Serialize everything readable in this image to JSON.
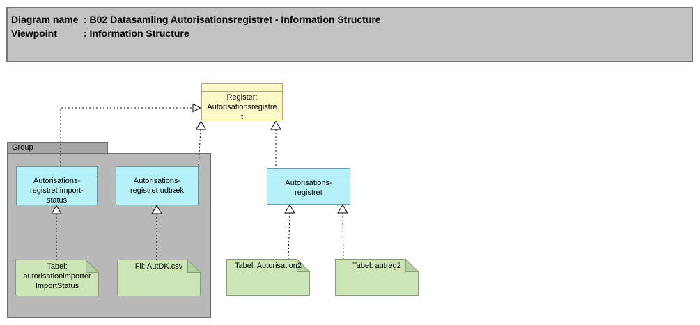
{
  "title_bar": {
    "diagram_name_label": "Diagram name",
    "diagram_name_value": ": B02 Datasamling Autorisationsregistret - Information Structure",
    "viewpoint_label": "Viewpoint",
    "viewpoint_value": ": Information Structure"
  },
  "diagram": {
    "group_label": "Group",
    "register": {
      "lines": [
        "Register:",
        "Autorisationsregistre",
        "t"
      ]
    },
    "import_status": {
      "lines": [
        "Autorisations-",
        "registret import-",
        "status"
      ]
    },
    "udtraek": {
      "lines": [
        "Autorisations-",
        "registret udtræk"
      ]
    },
    "autorisationsregistret": {
      "lines": [
        "Autorisations-",
        "registret"
      ]
    },
    "note_import_status": {
      "lines": [
        "Tabel:",
        "autorisationimporter",
        "ImportStatus"
      ]
    },
    "note_fil": {
      "lines": [
        "Fil: AutDK.csv"
      ]
    },
    "note_autorisation2": {
      "lines": [
        "Tabel: Autorisation2"
      ]
    },
    "note_autreg2": {
      "lines": [
        "Tabel: autreg2"
      ]
    }
  },
  "colors": {
    "object_fill_cyan": "#b5f1f7",
    "object_border_cyan": "#55a0b5",
    "register_fill_yellow": "#fcf9c8",
    "register_border_yellow": "#b5a83f",
    "note_fill_green": "#cde6b5",
    "note_fold_green": "#b6d1a0",
    "note_border_green": "#8a9a7d",
    "group_tab_gray": "#a5a5a5",
    "group_body_gray": "#b9b9b9",
    "title_bar_gray": "#c3c3c3",
    "connector": "#000000"
  }
}
